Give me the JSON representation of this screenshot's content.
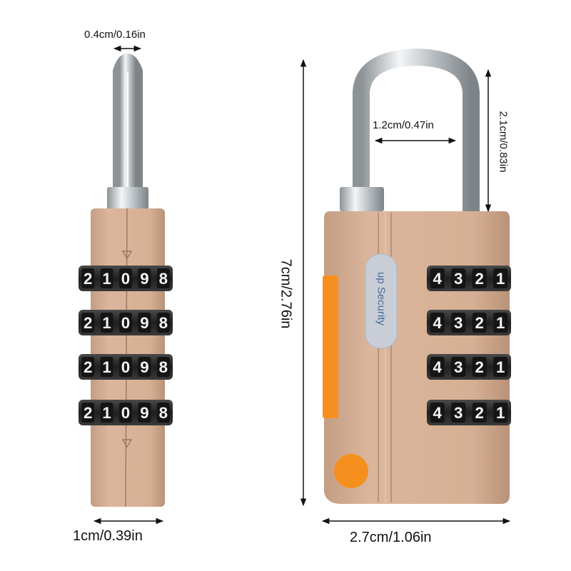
{
  "dimensions": {
    "shackle_thickness": "0.4cm/0.16in",
    "side_width": "1cm/0.39in",
    "shackle_inner_width": "1.2cm/0.47in",
    "shackle_clearance": "2.1cm/0.83in",
    "total_height": "7cm/2.76in",
    "front_width": "2.7cm/1.06in"
  },
  "brand_label": "up Security",
  "side_dials": [
    "2",
    "1",
    "0",
    "9",
    "8"
  ],
  "front_dials": [
    "4",
    "3",
    "2",
    "1"
  ],
  "colors": {
    "body": "#d5ad93",
    "body_shade": "#c19a80",
    "dial": "#2a2a2a",
    "digit": "#f4f4f4",
    "accent": "#f5901e",
    "chrome": "#c8ccd0"
  }
}
